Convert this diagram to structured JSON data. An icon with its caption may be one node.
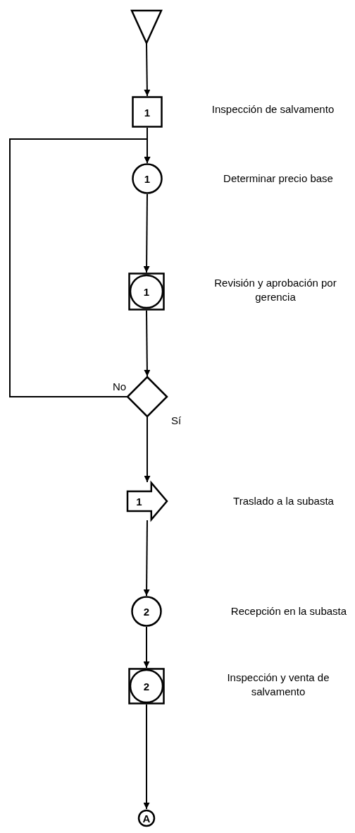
{
  "diagram": {
    "nodes": [
      {
        "text": [],
        "shape": "triangle"
      },
      {
        "text": [
          "1"
        ]
      },
      {
        "text": [
          "1"
        ]
      },
      {
        "text": [
          "1"
        ]
      },
      {
        "text": [],
        "shape": "diamond"
      },
      {
        "text": [
          "1"
        ]
      },
      {
        "text": [
          "2"
        ]
      },
      {
        "text": [
          "2"
        ]
      },
      {
        "text": [
          "A"
        ]
      }
    ],
    "edges": [
      {
        "from": 0,
        "to": 1,
        "arrow": "to"
      },
      {
        "from": 1,
        "to": 2,
        "arrow": "to"
      },
      {
        "from": 2,
        "to": 3,
        "arrow": "to"
      },
      {
        "from": 3,
        "to": 4,
        "arrow": "to"
      },
      {
        "from": 4,
        "to": 2,
        "arrow": "to",
        "label": "No"
      },
      {
        "from": 4,
        "to": 5,
        "arrow": "to",
        "label": "Sí"
      },
      {
        "from": 5,
        "to": 6,
        "arrow": "to"
      },
      {
        "from": 6,
        "to": 7,
        "arrow": "to"
      },
      {
        "from": 7,
        "to": 8,
        "arrow": "to"
      }
    ],
    "labels": [
      "Inspección de salvamento",
      "Determinar precio base",
      "Revisión y aprobación por gerencia",
      "Traslado a la subasta",
      "Recepción en la subasta",
      "Inspección y venta de salvamento"
    ]
  }
}
